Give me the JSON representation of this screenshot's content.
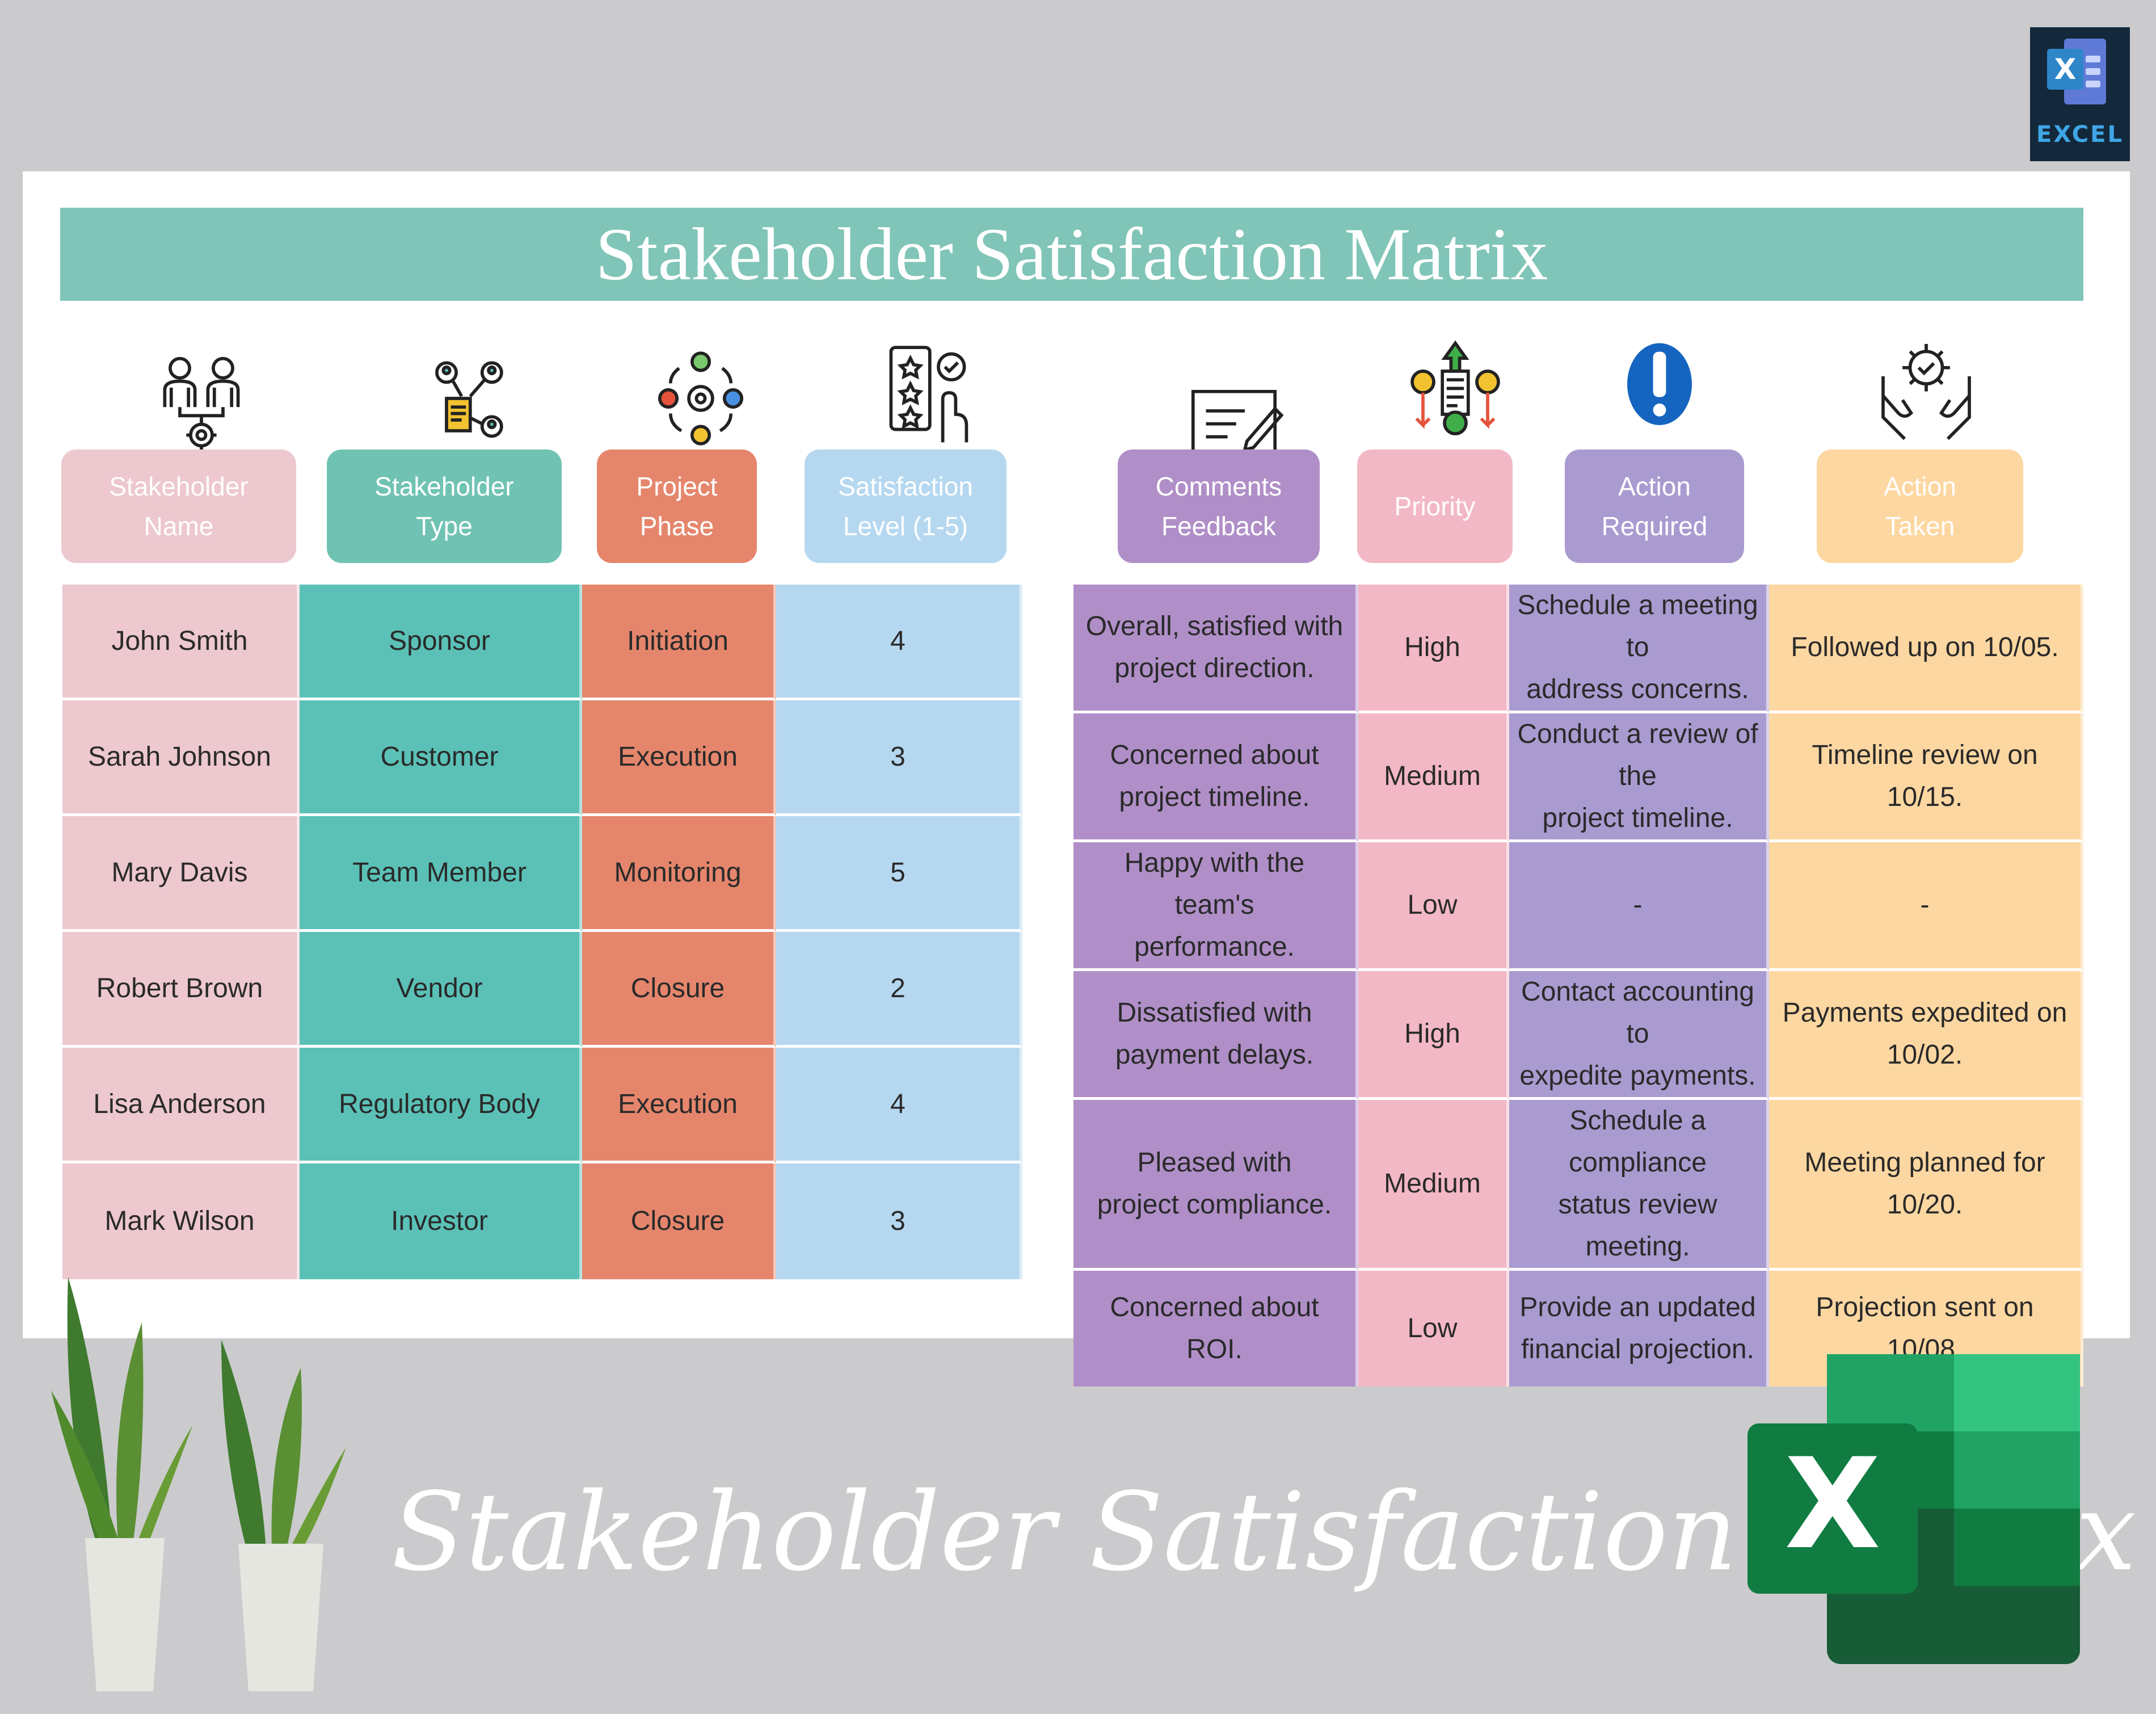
{
  "badge": {
    "label": "EXCEL",
    "letter": "X"
  },
  "title": "Stakeholder Satisfaction Matrix",
  "footer_title": "Stakeholder Satisfaction Matrix",
  "logo_letter": "X",
  "colors": {
    "title_bar": "#80c5b7",
    "name": "#edc8cf",
    "type": "#5bc1b7",
    "phase": "#e5866c",
    "satisfaction": "#b5d8f0",
    "comments": "#b08fc8",
    "priority": "#f3b8c5",
    "action_required": "#a99bd0",
    "action_taken": "#fdd7a1"
  },
  "headers": {
    "name": "Stakeholder\nName",
    "type": "Stakeholder\nType",
    "phase": "Project\nPhase",
    "satisfaction": "Satisfaction\nLevel (1-5)",
    "comments": "Comments\nFeedback",
    "priority": "Priority",
    "action_required": "Action\nRequired",
    "action_taken": "Action\nTaken"
  },
  "icons": [
    "stakeholders-icon",
    "network-icon",
    "process-cycle-icon",
    "rating-icon",
    "feedback-icon",
    "priority-icon",
    "exclamation-icon",
    "hands-gear-icon"
  ],
  "rows": [
    {
      "name": "John Smith",
      "type": "Sponsor",
      "phase": "Initiation",
      "satisfaction": "4",
      "comments": "Overall, satisfied with\nproject direction.",
      "priority": "High",
      "action_required": "Schedule a meeting to\naddress concerns.",
      "action_taken": "Followed up on 10/05."
    },
    {
      "name": "Sarah Johnson",
      "type": "Customer",
      "phase": "Execution",
      "satisfaction": "3",
      "comments": "Concerned about\nproject timeline.",
      "priority": "Medium",
      "action_required": "Conduct a review of the\nproject timeline.",
      "action_taken": "Timeline review on 10/15."
    },
    {
      "name": "Mary Davis",
      "type": "Team Member",
      "phase": "Monitoring",
      "satisfaction": "5",
      "comments": "Happy with the team's\nperformance.",
      "priority": "Low",
      "action_required": "-",
      "action_taken": "-"
    },
    {
      "name": "Robert Brown",
      "type": "Vendor",
      "phase": "Closure",
      "satisfaction": "2",
      "comments": "Dissatisfied with\npayment delays.",
      "priority": "High",
      "action_required": "Contact accounting to\nexpedite payments.",
      "action_taken": "Payments expedited on 10/02."
    },
    {
      "name": "Lisa Anderson",
      "type": "Regulatory Body",
      "phase": "Execution",
      "satisfaction": "4",
      "comments": "Pleased with\nproject compliance.",
      "priority": "Medium",
      "action_required": "Schedule a compliance\nstatus review meeting.",
      "action_taken": "Meeting planned for 10/20."
    },
    {
      "name": "Mark Wilson",
      "type": "Investor",
      "phase": "Closure",
      "satisfaction": "3",
      "comments": "Concerned about ROI.",
      "priority": "Low",
      "action_required": "Provide an updated\nfinancial projection.",
      "action_taken": "Projection sent on 10/08."
    }
  ]
}
